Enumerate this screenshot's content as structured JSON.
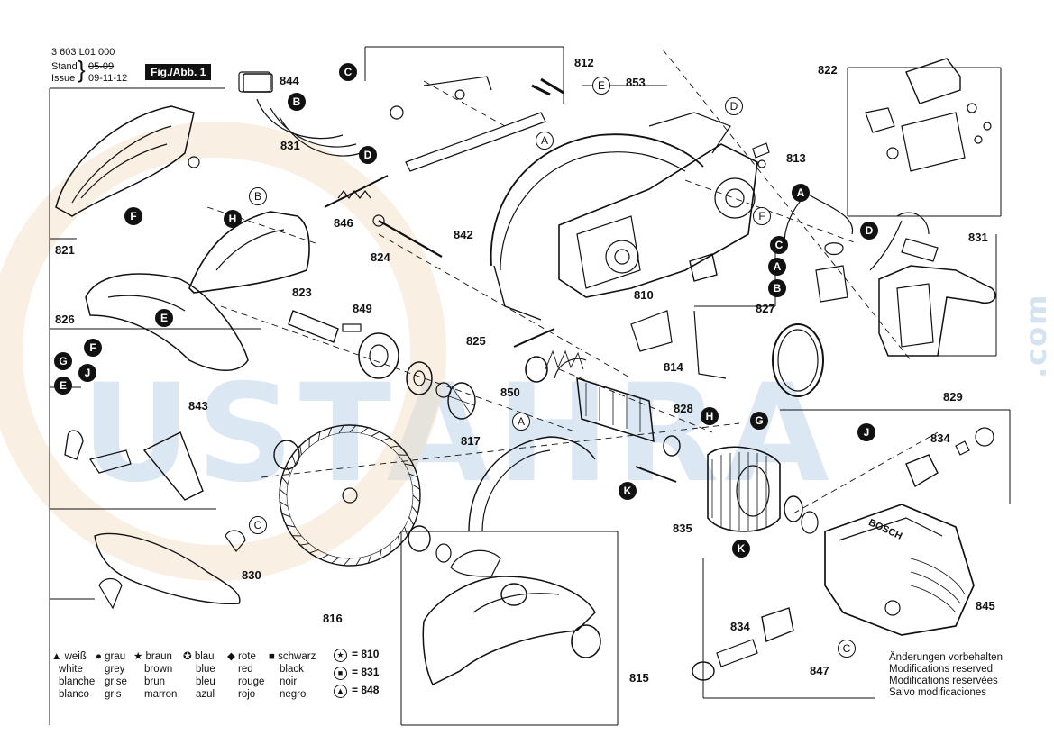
{
  "header": {
    "doc_number": "3 603 L01 000",
    "stand_label": "Stand",
    "issue_label": "Issue",
    "stand_value": "05-09",
    "issue_value": "09-11-12",
    "figure_label": "Fig./Abb. 1"
  },
  "watermark": {
    "text": "USTAHRA",
    "suffix": ".com",
    "color": "#cfe0ef"
  },
  "part_numbers": {
    "p812": "812",
    "p844": "844",
    "p853": "853",
    "p822": "822",
    "p831a": "831",
    "p813": "813",
    "p846": "846",
    "p842": "842",
    "p824": "824",
    "p831b": "831",
    "p821": "821",
    "p823": "823",
    "p849": "849",
    "p810": "810",
    "p827": "827",
    "p826": "826",
    "p825": "825",
    "p814": "814",
    "p843": "843",
    "p850": "850",
    "p828": "828",
    "p829": "829",
    "p817": "817",
    "p834a": "834",
    "p835": "835",
    "p830": "830",
    "p816": "816",
    "p834b": "834",
    "p845": "845",
    "p815": "815",
    "p847": "847"
  },
  "callouts": {
    "A": "A",
    "B": "B",
    "C": "C",
    "D": "D",
    "E": "E",
    "F": "F",
    "G": "G",
    "H": "H",
    "J": "J",
    "K": "K"
  },
  "legend": {
    "col1": [
      "▲ weiß",
      "white",
      "blanche",
      "blanco"
    ],
    "col2": [
      "● grau",
      "grey",
      "grise",
      "gris"
    ],
    "col3": [
      "★ braun",
      "brown",
      "brun",
      "marron"
    ],
    "col4": [
      "✪ blau",
      "blue",
      "bleu",
      "azul"
    ],
    "col5": [
      "◆ rote",
      "red",
      "rouge",
      "rojo"
    ],
    "col6": [
      "■ schwarz",
      "black",
      "noir",
      "negro"
    ],
    "refs": [
      "= 810",
      "= 831",
      "= 848"
    ]
  },
  "modifications": [
    "Änderungen vorbehalten",
    "Modifications reserved",
    "Modifications reservées",
    "Salvo modificaciones"
  ],
  "brand_on_motor": "BOSCH"
}
